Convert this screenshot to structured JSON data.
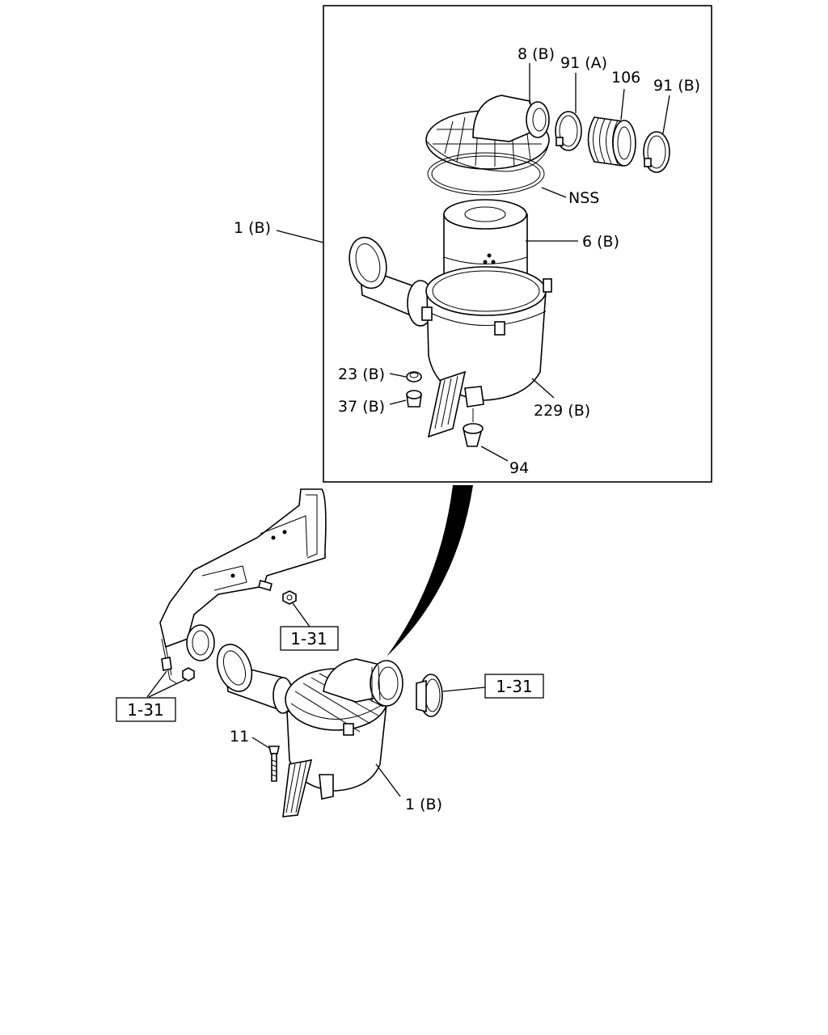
{
  "callouts": {
    "filter_lid": "8 (B)",
    "clamp_a": "91 (A)",
    "hose": "106",
    "clamp_b": "91 (B)",
    "gasket": "NSS",
    "assembly_top": "1 (B)",
    "element": "6 (B)",
    "grommet": "23 (B)",
    "bushing": "37 (B)",
    "body": "229 (B)",
    "valve": "94",
    "bolt": "11",
    "assembly_bottom": "1 (B)"
  },
  "references": {
    "bracket_nut": "1-31",
    "left_bolts": "1-31",
    "outlet_flange": "1-31"
  }
}
